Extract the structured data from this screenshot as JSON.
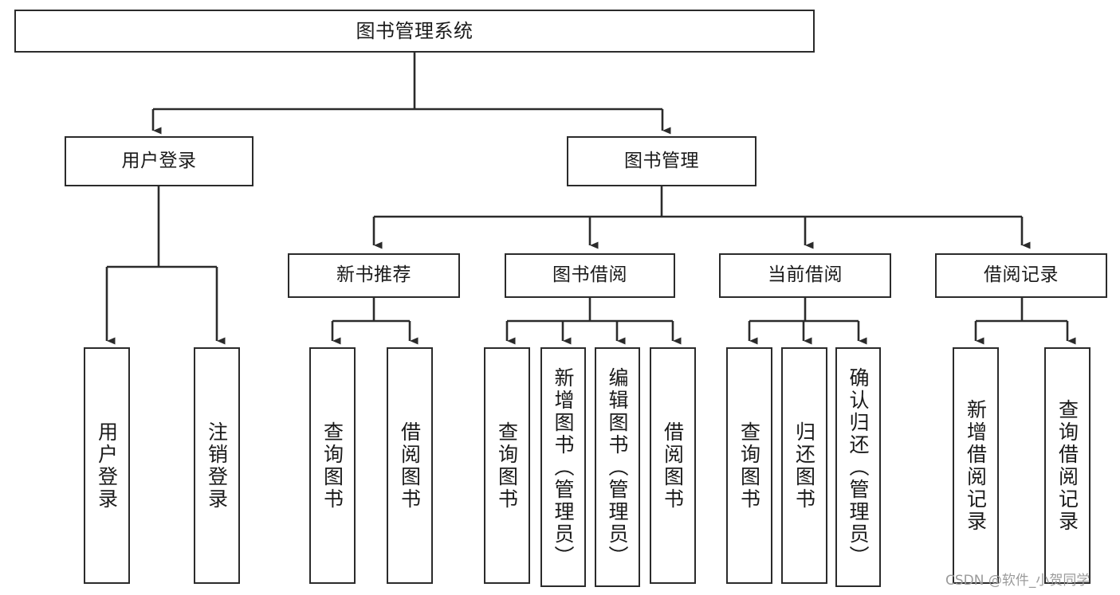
{
  "diagram": {
    "title": "图书管理系统",
    "type": "hierarchy-tree",
    "watermark": "CSDN @软件_小贺同学",
    "colors": {
      "stroke": "#2b2b2b",
      "box_fill": "#ffffff",
      "text": "#1a1a1a",
      "background": "#ffffff",
      "watermark": "#9b9b9b"
    },
    "nodes": {
      "root": {
        "label": "图书管理系统"
      },
      "level2": [
        {
          "label": "用户登录"
        },
        {
          "label": "图书管理"
        }
      ],
      "level3": [
        {
          "label": "新书推荐"
        },
        {
          "label": "图书借阅"
        },
        {
          "label": "当前借阅"
        },
        {
          "label": "借阅记录"
        }
      ],
      "leaves": {
        "user_login": [
          {
            "label": "用户登录"
          },
          {
            "label": "注销登录"
          }
        ],
        "new_book_recommend": [
          {
            "label": "查询图书"
          },
          {
            "label": "借阅图书"
          }
        ],
        "book_borrow": [
          {
            "label": "查询图书"
          },
          {
            "label": "新增图书（管理员）"
          },
          {
            "label": "编辑图书（管理员）"
          },
          {
            "label": "借阅图书"
          }
        ],
        "current_borrow": [
          {
            "label": "查询图书"
          },
          {
            "label": "归还图书"
          },
          {
            "label": "确认归还（管理员）"
          }
        ],
        "borrow_record": [
          {
            "label": "新增借阅记录"
          },
          {
            "label": "查询借阅记录"
          }
        ]
      }
    }
  }
}
